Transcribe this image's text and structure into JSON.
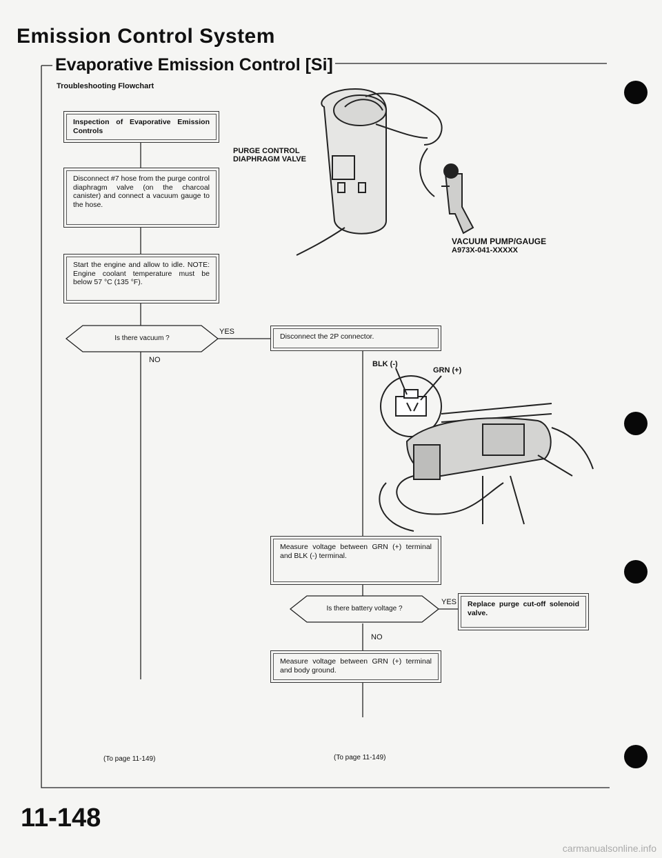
{
  "header": {
    "title": "Emission Control System",
    "subtitle": "Evaporative Emission Control [Si]",
    "section": "Troubleshooting Flowchart"
  },
  "flow": {
    "step1": "Inspection of Evaporative Emission Controls",
    "step2": "Disconnect #7 hose from the purge control diaphragm valve (on the charcoal canister) and connect a vacuum gauge to the hose.",
    "step3": "Start the engine and allow to idle. NOTE: Engine coolant temperature must be below 57 °C (135 °F).",
    "decision1": "Is there vacuum ?",
    "yes1": "YES",
    "no1": "NO",
    "step4": "Disconnect the 2P connector.",
    "step5": "Measure voltage between GRN (+) terminal and BLK (-) terminal.",
    "decision2": "Is there battery voltage ?",
    "yes2": "YES",
    "no2": "NO",
    "step6": "Replace purge cut-off solenoid valve.",
    "step7": "Measure voltage between GRN (+) terminal and body ground.",
    "to_left": "(To page 11-149)",
    "to_right": "(To page 11-149)"
  },
  "figure": {
    "valve_label_line1": "PURGE CONTROL",
    "valve_label_line2": "DIAPHRAGM VALVE",
    "pump_label_line1": "VACUUM PUMP/GAUGE",
    "pump_label_line2": "A973X-041-XXXXX",
    "blk_label": "BLK (-)",
    "grn_label": "GRN (+)"
  },
  "footer": {
    "page_number": "11-148",
    "watermark": "carmanualsonline.info"
  }
}
